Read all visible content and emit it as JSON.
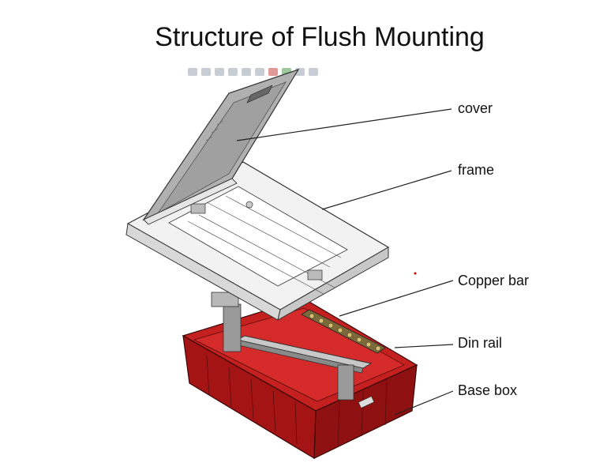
{
  "title": "Structure of Flush Mounting",
  "labels": {
    "cover": "cover",
    "frame": "frame",
    "copper_bar": "Copper bar",
    "din_rail": "Din rail",
    "base_box": "Base box"
  },
  "colors": {
    "base_box": "#b01818",
    "frame": "#eeeeee",
    "cover": "#a9a9a9",
    "leader_line": "#222222"
  },
  "toolbar_icons": [
    "zoom-in-icon",
    "zoom-out-icon",
    "pan-icon",
    "view-icon",
    "display-icon",
    "section-icon",
    "appearance-icon",
    "scene-icon",
    "render-icon",
    "monitor-icon"
  ]
}
